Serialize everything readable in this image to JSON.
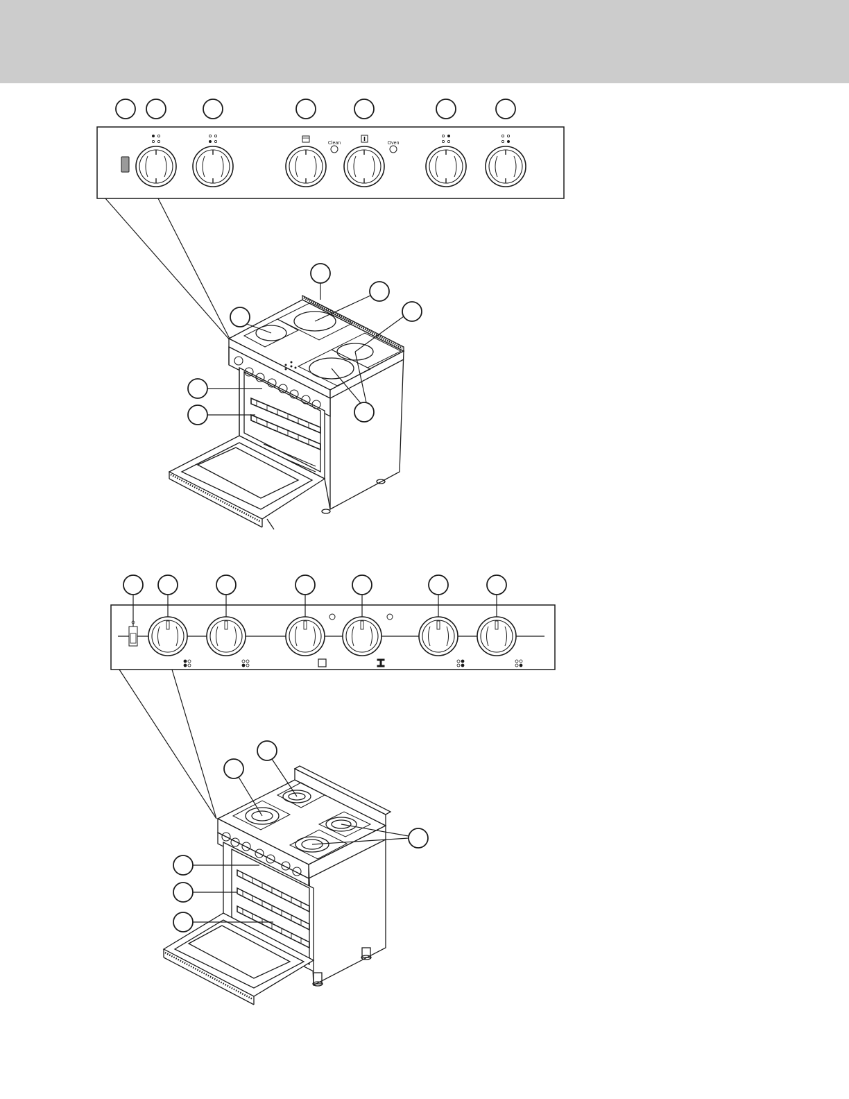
{
  "header": {
    "band_color": "#cccccc"
  },
  "top_panel": {
    "knobs": [
      {
        "id": "tk1",
        "name": "knob-left-rear-element"
      },
      {
        "id": "tk2",
        "name": "knob-left-front-element"
      },
      {
        "id": "tk3",
        "name": "knob-oven-mode"
      },
      {
        "id": "tk4",
        "name": "knob-oven-temperature"
      },
      {
        "id": "tk5",
        "name": "knob-right-rear-element"
      },
      {
        "id": "tk6",
        "name": "knob-right-front-element"
      }
    ],
    "labels": {
      "clean": "Clean",
      "oven": "Oven"
    }
  },
  "bottom_panel": {
    "knobs": [
      {
        "id": "bk1",
        "name": "knob-left-rear-element"
      },
      {
        "id": "bk2",
        "name": "knob-left-front-element"
      },
      {
        "id": "bk3",
        "name": "knob-oven-mode"
      },
      {
        "id": "bk4",
        "name": "knob-oven-temperature"
      },
      {
        "id": "bk5",
        "name": "knob-right-rear-element"
      },
      {
        "id": "bk6",
        "name": "knob-right-front-element"
      }
    ]
  },
  "colors": {
    "line": "#1a1a1a",
    "light_tile": "#a6a6a6"
  }
}
